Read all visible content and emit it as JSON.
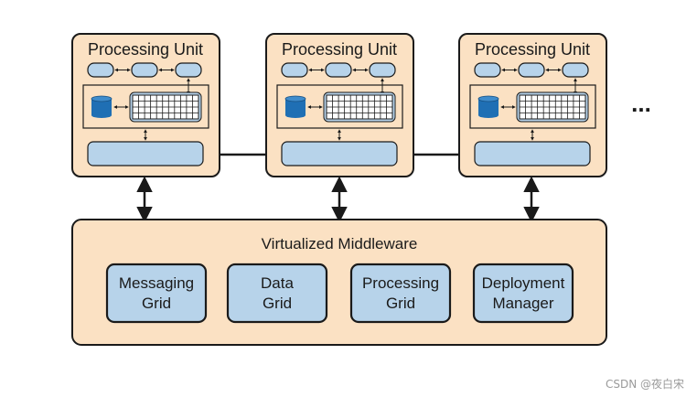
{
  "processing_units": [
    {
      "title": "Processing Unit"
    },
    {
      "title": "Processing Unit"
    },
    {
      "title": "Processing Unit"
    }
  ],
  "ellipsis": "...",
  "middleware": {
    "title": "Virtualized Middleware",
    "components": [
      {
        "line1": "Messaging",
        "line2": "Grid"
      },
      {
        "line1": "Data",
        "line2": "Grid"
      },
      {
        "line1": "Processing",
        "line2": "Grid"
      },
      {
        "line1": "Deployment",
        "line2": "Manager"
      }
    ]
  },
  "watermark": "CSDN @夜白宋",
  "colors": {
    "unit_fill": "#fbe1c3",
    "component_fill": "#b7d3ea",
    "database_fill": "#1f6fb4",
    "stroke": "#1a1a1a"
  }
}
